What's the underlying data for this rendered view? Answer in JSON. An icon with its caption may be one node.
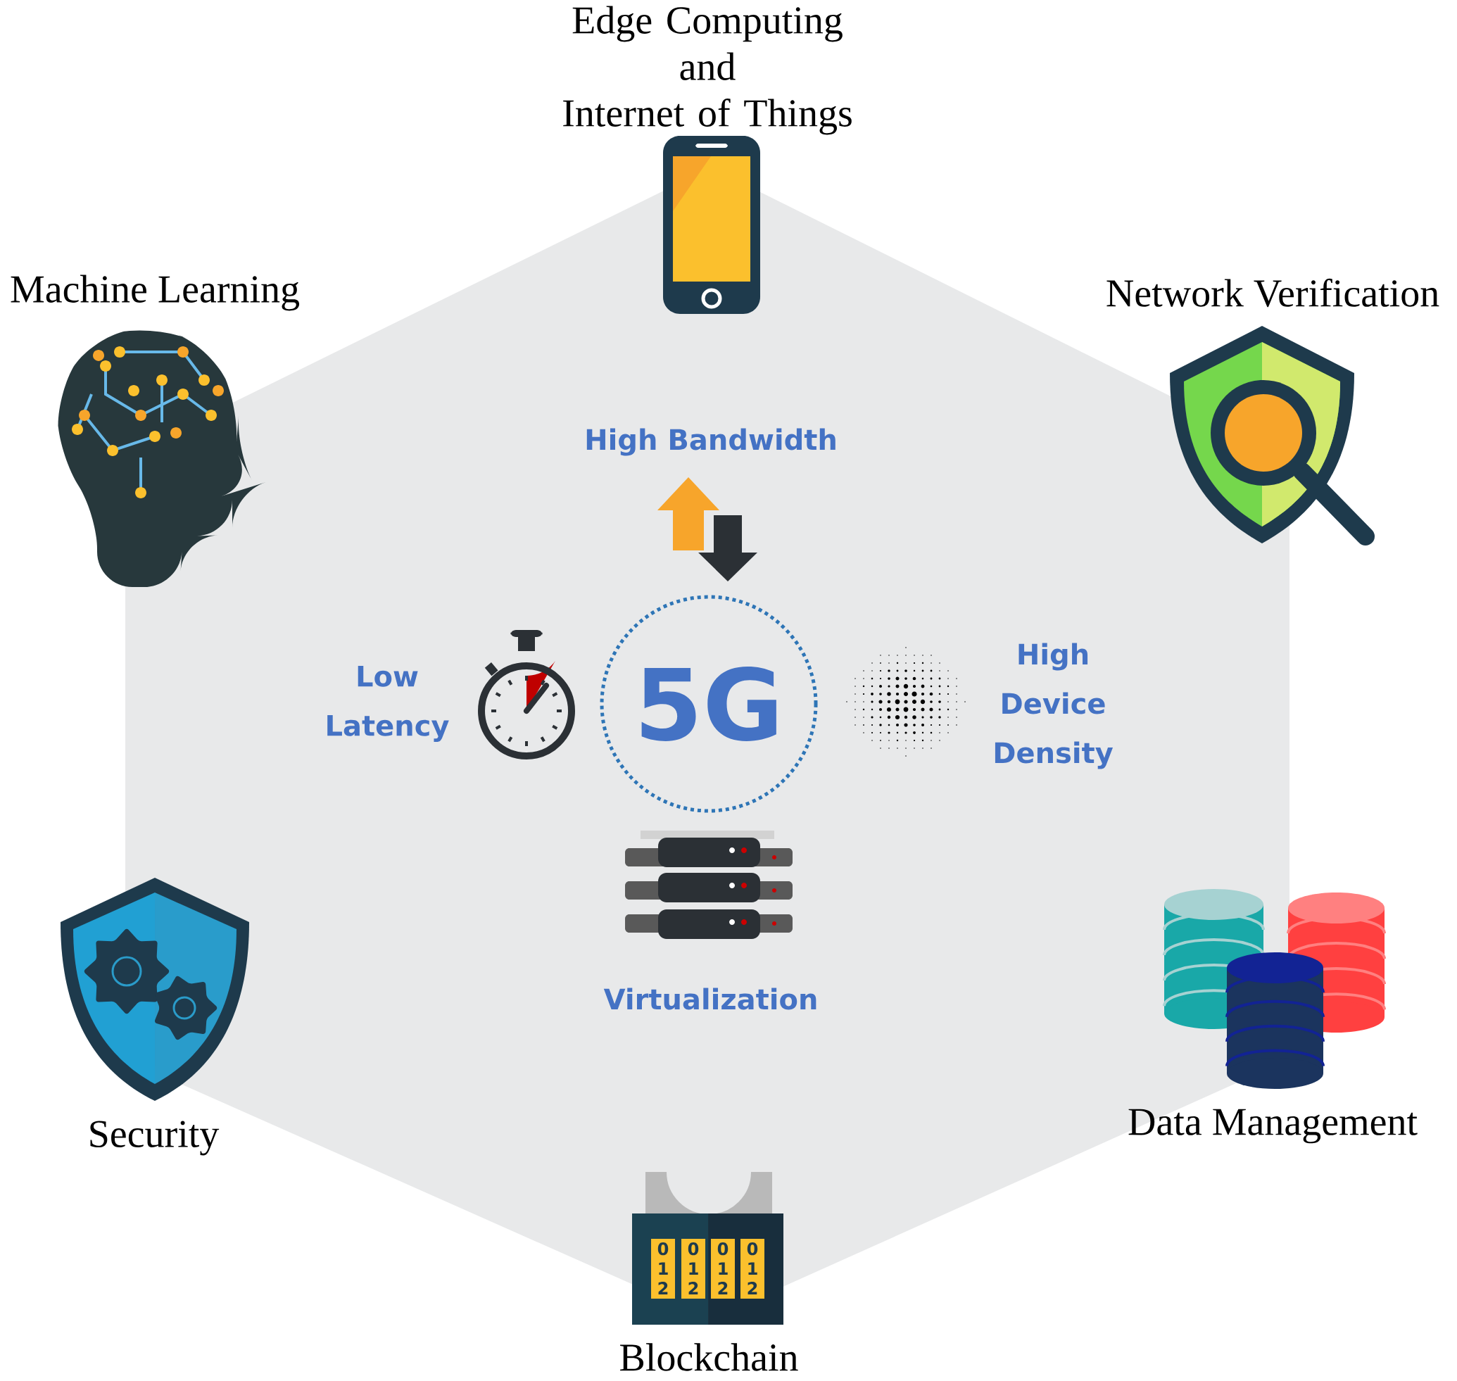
{
  "diagram": {
    "nodes": [
      {
        "text": [
          "5G"
        ]
      }
    ],
    "labels": [
      "Edge Computing and Internet of Things",
      "Machine Learning",
      "Network Verification",
      "High Bandwidth",
      "Low Latency",
      "High Device Density",
      "Virtualization",
      "Security",
      "Data Management",
      "0 1 2",
      "0 1 2",
      "0 1 2",
      "0 1 2",
      "Blockchain"
    ]
  }
}
